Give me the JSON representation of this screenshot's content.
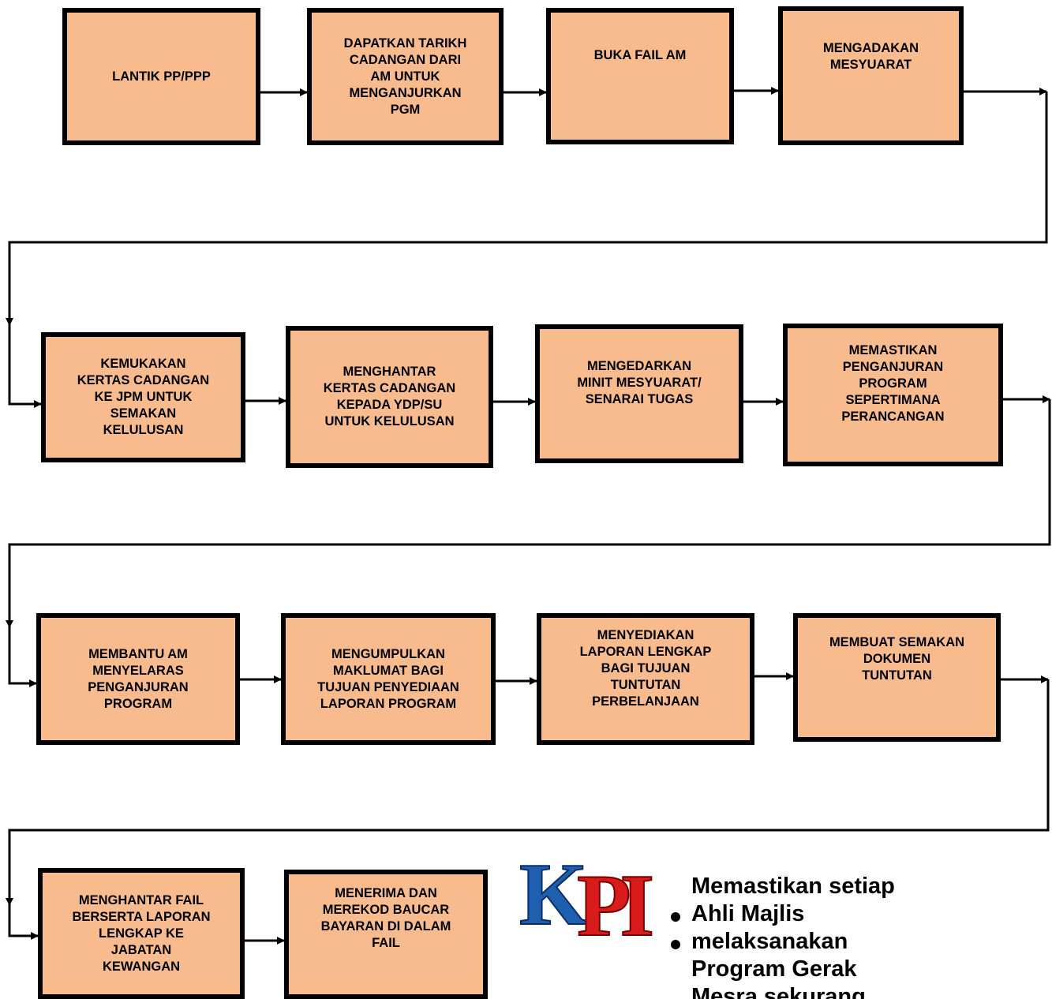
{
  "steps": [
    "LANTIK PP/PPP",
    "DAPATKAN TARIKH\nCADANGAN DARI\nAM UNTUK\nMENGANJURKAN\nPGM",
    "BUKA FAIL AM",
    "MENGADAKAN\nMESYUARAT",
    "KEMUKAKAN\nKERTAS CADANGAN\nKE JPM UNTUK\nSEMAKAN\nKELULUSAN",
    "MENGHANTAR\nKERTAS CADANGAN\nKEPADA YDP/SU\nUNTUK KELULUSAN",
    "MENGEDARKAN\nMINIT MESYUARAT/\nSENARAI TUGAS",
    "MEMASTIKAN\nPENGANJURAN\nPROGRAM\nSEPERTIMANA\nPERANCANGAN",
    "MEMBANTU AM\nMENYELARAS\nPENGANJURAN\nPROGRAM",
    "MENGUMPULKAN\nMAKLUMAT BAGI\nTUJUAN PENYEDIAAN\nLAPORAN PROGRAM",
    "MENYEDIAKAN\nLAPORAN LENGKAP\nBAGI TUJUAN\nTUNTUTAN\nPERBELANJAAN",
    "MEMBUAT SEMAKAN\nDOKUMEN\nTUNTUTAN",
    "MENGHANTAR FAIL\nBERSERTA LAPORAN\nLENGKAP KE\nJABATAN\nKEWANGAN",
    "MENERIMA DAN\nMEREKOD BAUCAR\nBAYARAN DI DALAM\nFAIL"
  ],
  "kpi": {
    "logo": "KPI",
    "lines": [
      "Memastikan setiap",
      "Ahli Majlis",
      "melaksanakan",
      "Program Gerak",
      "Mesra sekurang"
    ]
  },
  "colors": {
    "box_fill": "#f7bb8d",
    "border": "#000000",
    "logo_blue": "#1f5fb0",
    "logo_red": "#d81b1b"
  }
}
